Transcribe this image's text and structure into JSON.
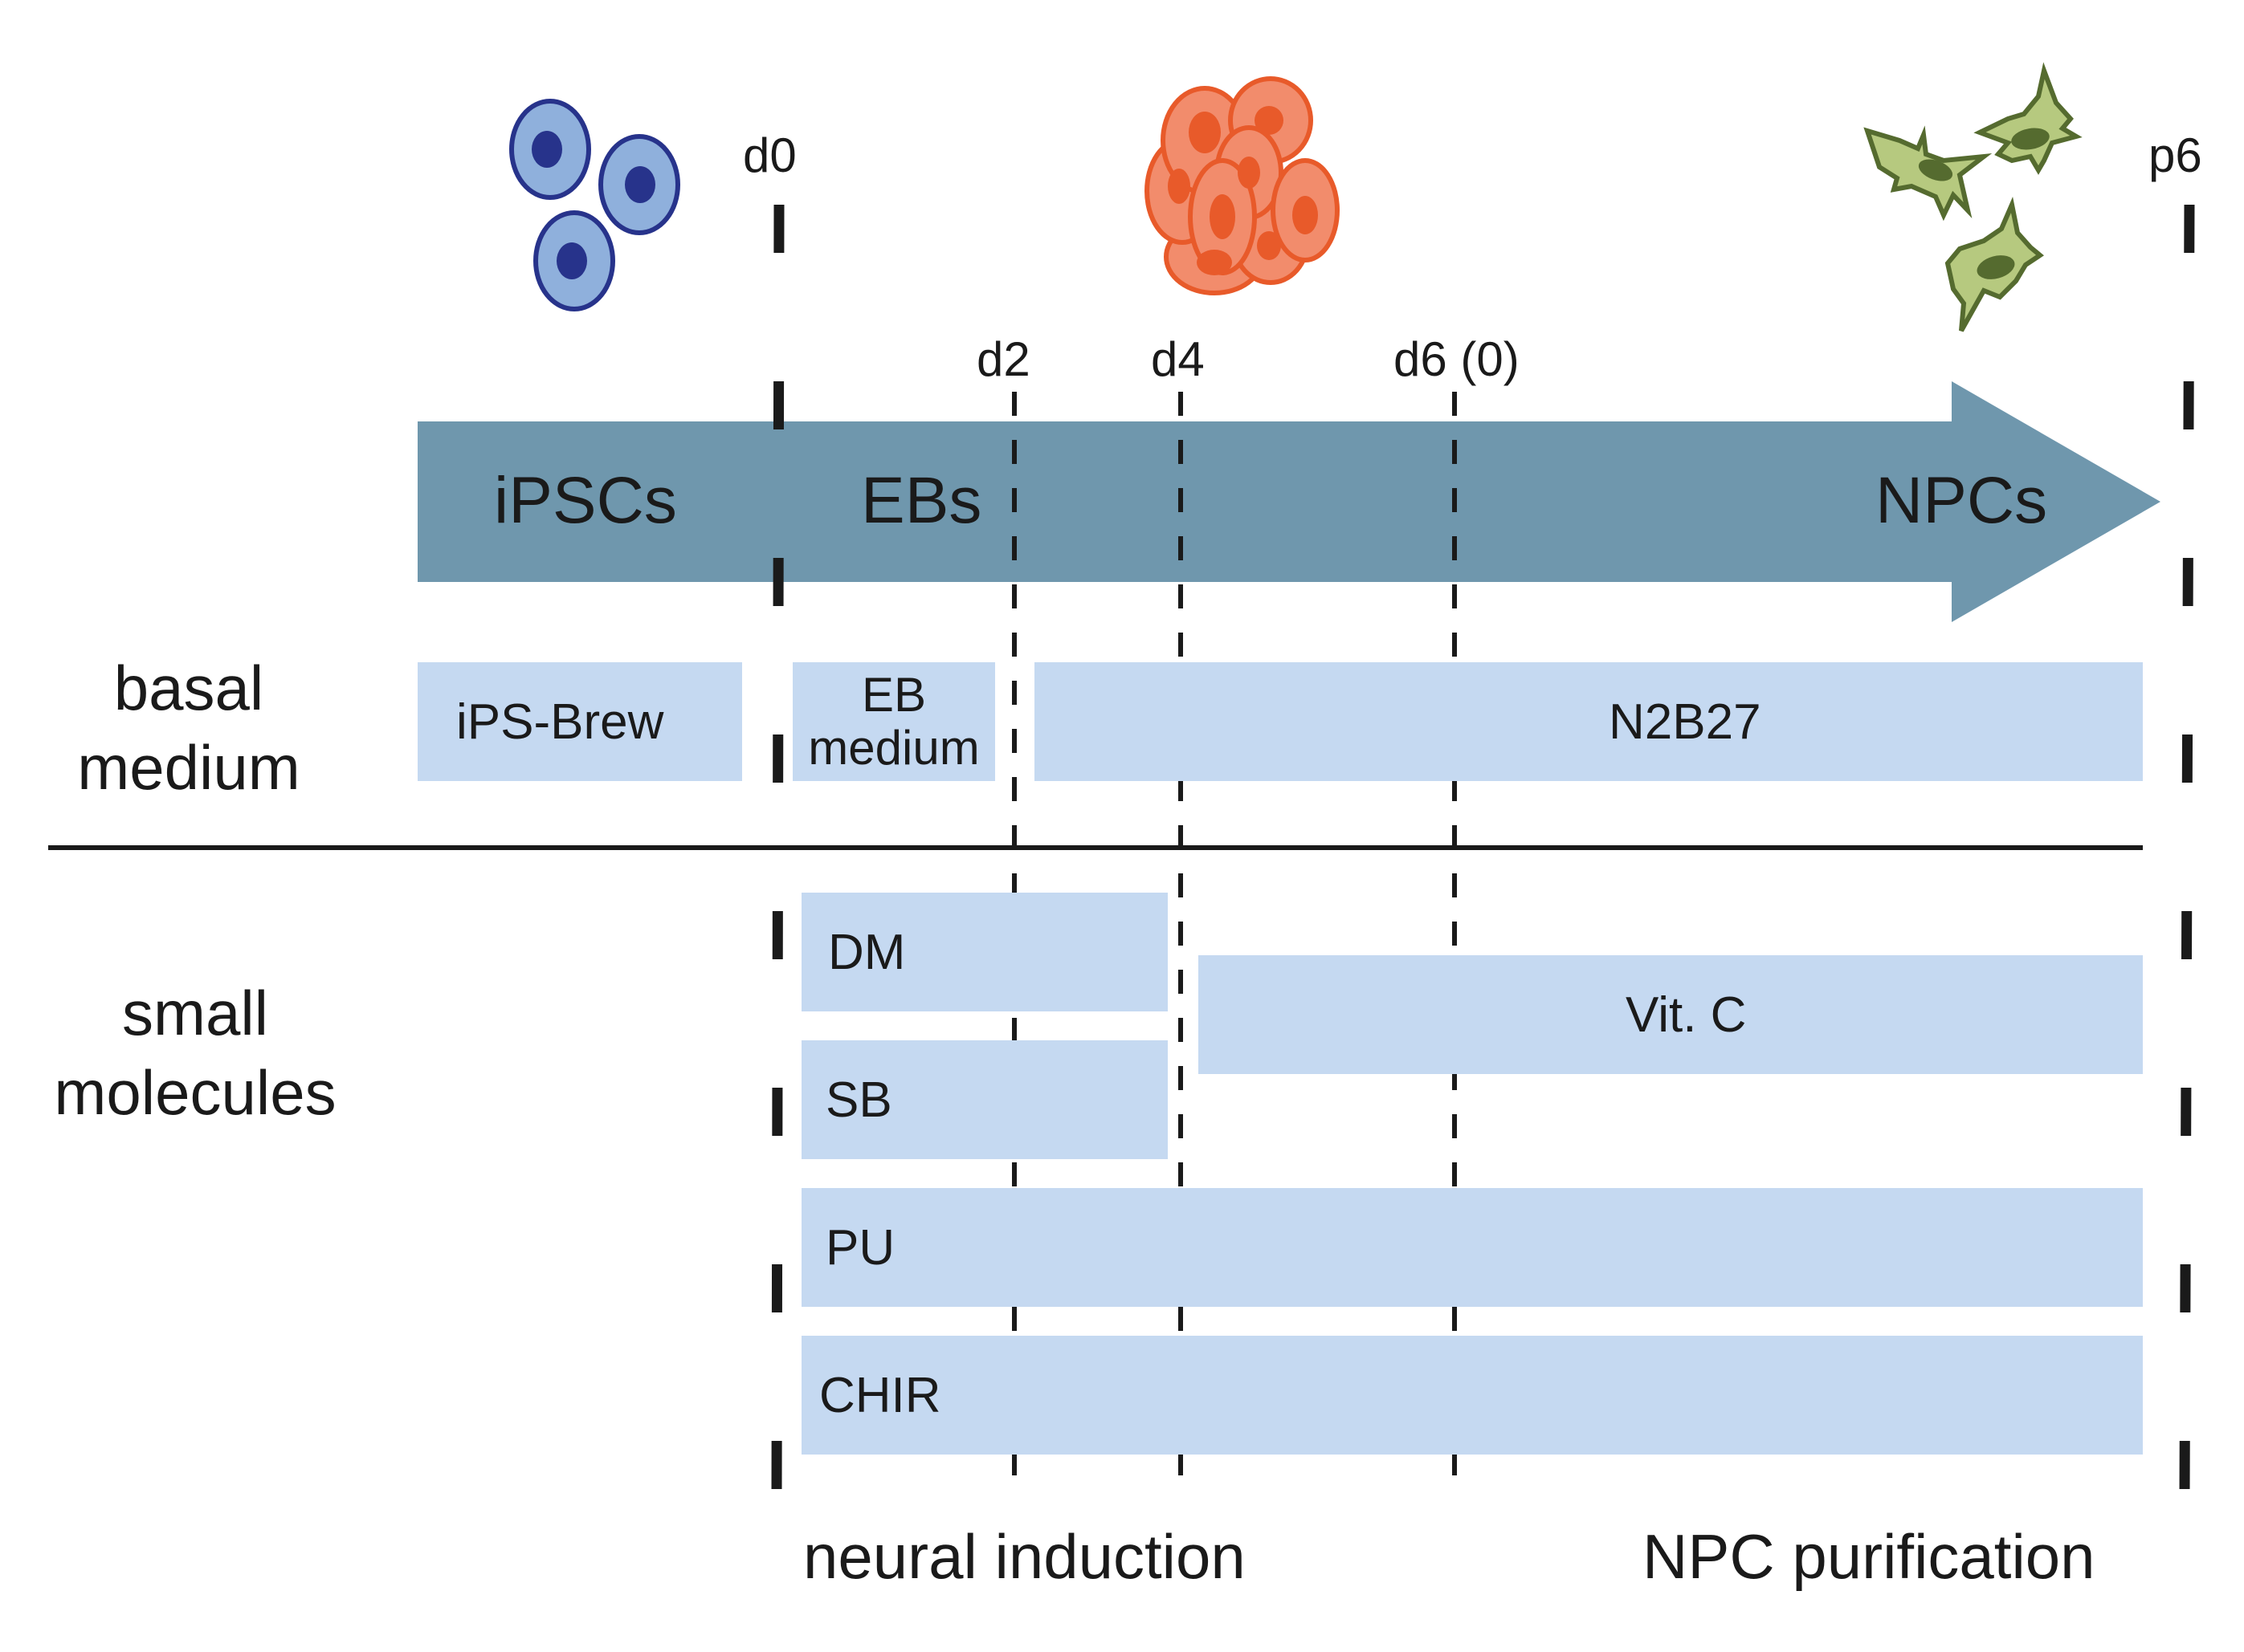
{
  "timepoints": [
    "d0",
    "d2",
    "d4",
    "d6 (0)",
    "p6"
  ],
  "stages": [
    "iPSCs",
    "EBs",
    "NPCs"
  ],
  "colors": {
    "arrow": "#6f97ad",
    "bar": "#c5d9f1",
    "ipsc_fill": "#8fb0dc",
    "ipsc_outline": "#27338b",
    "eb_fill": "#f28c6c",
    "eb_outline": "#e85a2a",
    "npc_fill": "#b6c97f",
    "npc_outline": "#556b2f"
  },
  "icons": [
    "ipsc-cells-icon",
    "embryoid-body-icon",
    "npc-cells-icon"
  ],
  "row_labels": {
    "basal_medium": [
      "basal",
      "medium"
    ],
    "small_molecules": [
      "small",
      "molecules"
    ]
  },
  "media": {
    "ips_brew": "iPS-Brew",
    "eb_medium": [
      "EB",
      "medium"
    ],
    "n2b27": "N2B27"
  },
  "molecules": {
    "dm": "DM",
    "vitc": "Vit. C",
    "sb": "SB",
    "pu": "PU",
    "chir": "CHIR"
  },
  "phases": [
    "neural induction",
    "NPC purification"
  ]
}
